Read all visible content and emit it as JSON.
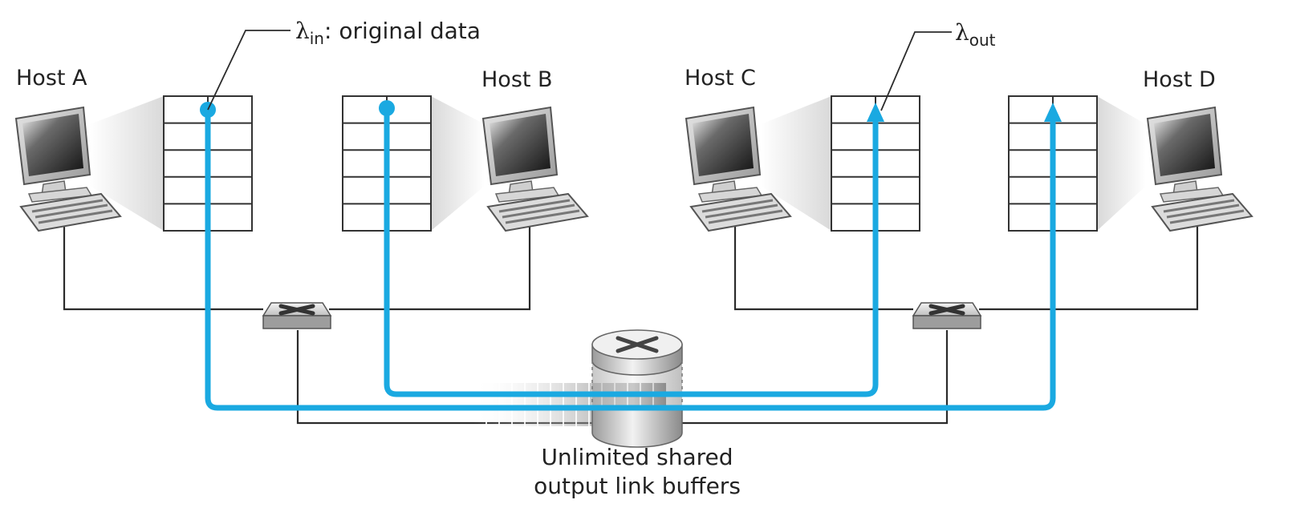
{
  "hosts": [
    {
      "label": "Host A"
    },
    {
      "label": "Host B"
    },
    {
      "label": "Host C"
    },
    {
      "label": "Host D"
    }
  ],
  "annotations": {
    "lambda_in": {
      "symbol": "λ",
      "sub": "in",
      "text": ": original data"
    },
    "lambda_out": {
      "symbol": "λ",
      "sub": "out"
    }
  },
  "router": {
    "caption_line1": "Unlimited shared",
    "caption_line2": "output link buffers"
  },
  "colors": {
    "flow": "#1aa9e1",
    "wire": "#2b2b2b",
    "grid": "#333333"
  }
}
